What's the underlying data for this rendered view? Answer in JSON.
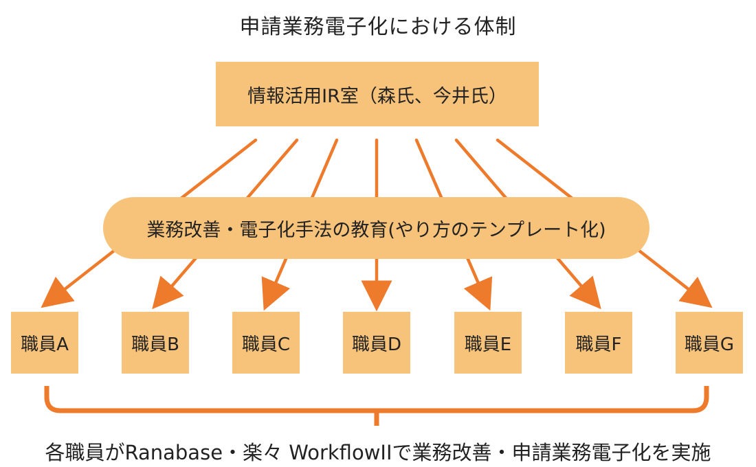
{
  "title": "申請業務電子化における体制",
  "top_box": {
    "label": "情報活用IR室（森氏、今井氏）"
  },
  "education": {
    "label": "業務改善・電子化手法の教育(やり方のテンプレート化)"
  },
  "staff": [
    {
      "label": "職員A"
    },
    {
      "label": "職員B"
    },
    {
      "label": "職員C"
    },
    {
      "label": "職員D"
    },
    {
      "label": "職員E"
    },
    {
      "label": "職員F"
    },
    {
      "label": "職員G"
    }
  ],
  "footer": "各職員がRanabase・楽々 WorkflowIIで業務改善・申請業務電子化を実施",
  "colors": {
    "box_fill": "#F7C27A",
    "arrow": "#EE7A2B"
  }
}
